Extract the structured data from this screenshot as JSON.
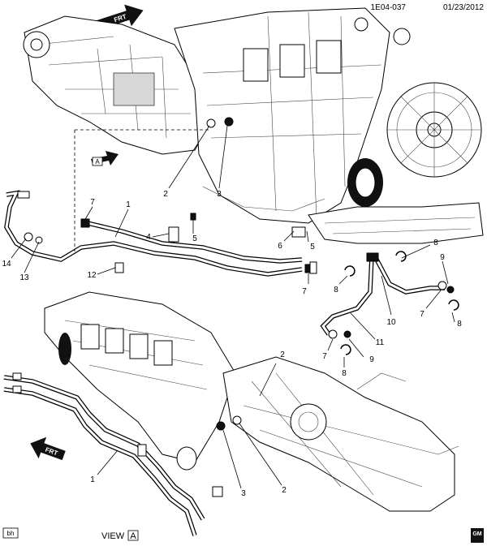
{
  "header": {
    "diagram_id": "1E04-037",
    "date": "01/23/2012"
  },
  "arrows": {
    "front_label": "FRT",
    "view_letter": "A"
  },
  "footer": {
    "initials": "bh",
    "view_prefix": "VIEW",
    "view_letter": "A",
    "logo_text": "GM"
  },
  "callouts": {
    "top_1": "1",
    "top_2": "2",
    "top_3": "3",
    "top_4": "4",
    "top_5a": "5",
    "top_5b": "5",
    "top_6": "6",
    "top_7a": "7",
    "top_7b": "7",
    "top_7c": "7",
    "top_7d": "7",
    "top_8a": "8",
    "top_8b": "8",
    "top_8c": "8",
    "top_8d": "8",
    "top_9a": "9",
    "top_9b": "9",
    "top_10": "10",
    "top_11": "11",
    "top_12": "12",
    "top_13": "13",
    "top_14": "14",
    "bot_1": "1",
    "bot_2": "2",
    "bot_3": "3"
  }
}
